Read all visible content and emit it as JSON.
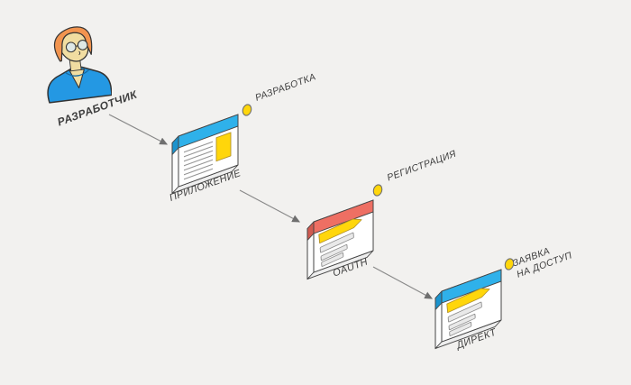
{
  "diagram": {
    "actor": {
      "label": "РАЗРАБОТЧИК"
    },
    "steps": [
      {
        "node_label": "ПРИЛОЖЕНИЕ",
        "milestone": "РАЗРАБОТКА",
        "milestone_lines": [
          "РАЗРАБОТКА"
        ],
        "bar_color": "#2fb1ea",
        "bar_side_color": "#1b93cd"
      },
      {
        "node_label": "OAUTH",
        "milestone": "РЕГИСТРАЦИЯ",
        "milestone_lines": [
          "РЕГИСТРАЦИЯ"
        ],
        "bar_color": "#ee6f63",
        "bar_side_color": "#d05a50"
      },
      {
        "node_label": "ДИРЕКТ",
        "milestone": "ЗАЯВКА НА ДОСТУП",
        "milestone_lines": [
          "ЗАЯВКА",
          "НА ДОСТУП"
        ],
        "bar_color": "#2fb1ea",
        "bar_side_color": "#1b93cd"
      }
    ]
  },
  "colors": {
    "background": "#f2f1ef",
    "outline": "#454545",
    "text": "#3d3d3d",
    "arrow": "#8a8a8a",
    "arrowhead": "#6f6f6f",
    "yellow": "#ffd60b",
    "yellow_outline": "#b3922a",
    "line_gray": "#949494",
    "bar_gray": "#e9e9e9",
    "bar_gray_outline": "#8f8f8f",
    "side_white": "#fcfcfc",
    "bottom_gray": "#eeeeee",
    "bullet_outline": "#6f6f6f",
    "avatar_hair": "#f2944f",
    "avatar_skin": "#f1dda1",
    "avatar_shirt": "#2498e3",
    "avatar_collar": "#17699f",
    "avatar_lens": "#dce9ed",
    "avatar_outline": "#333333"
  }
}
